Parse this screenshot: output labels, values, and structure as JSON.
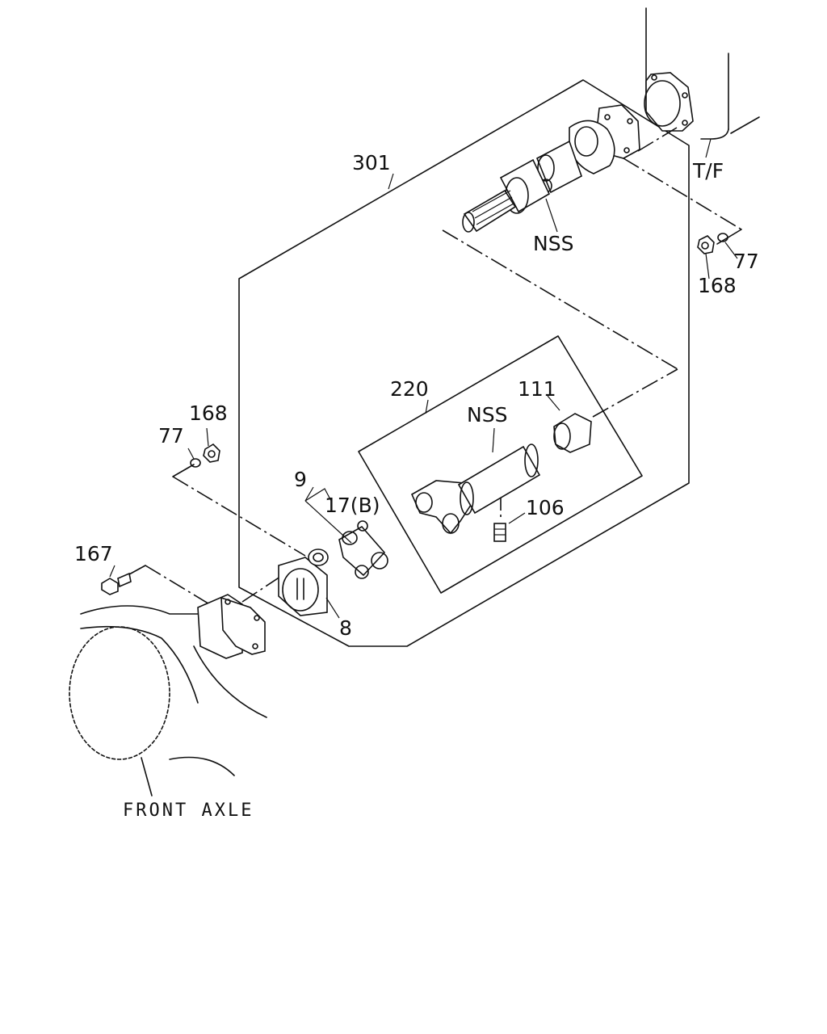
{
  "labels": {
    "assembly_301": "301",
    "shaft_220": "220",
    "sleeve_111": "111",
    "grease_fitting_106": "106",
    "nss_top": "NSS",
    "nss_mid": "NSS",
    "nut_168_right": "168",
    "washer_77_right": "77",
    "nut_168_left": "168",
    "washer_77_left": "77",
    "kit_9": "9",
    "spider_17b": "17(B)",
    "bolt_167": "167",
    "flange_8": "8",
    "transfer_case": "T/F",
    "front_axle": "FRONT AXLE"
  }
}
